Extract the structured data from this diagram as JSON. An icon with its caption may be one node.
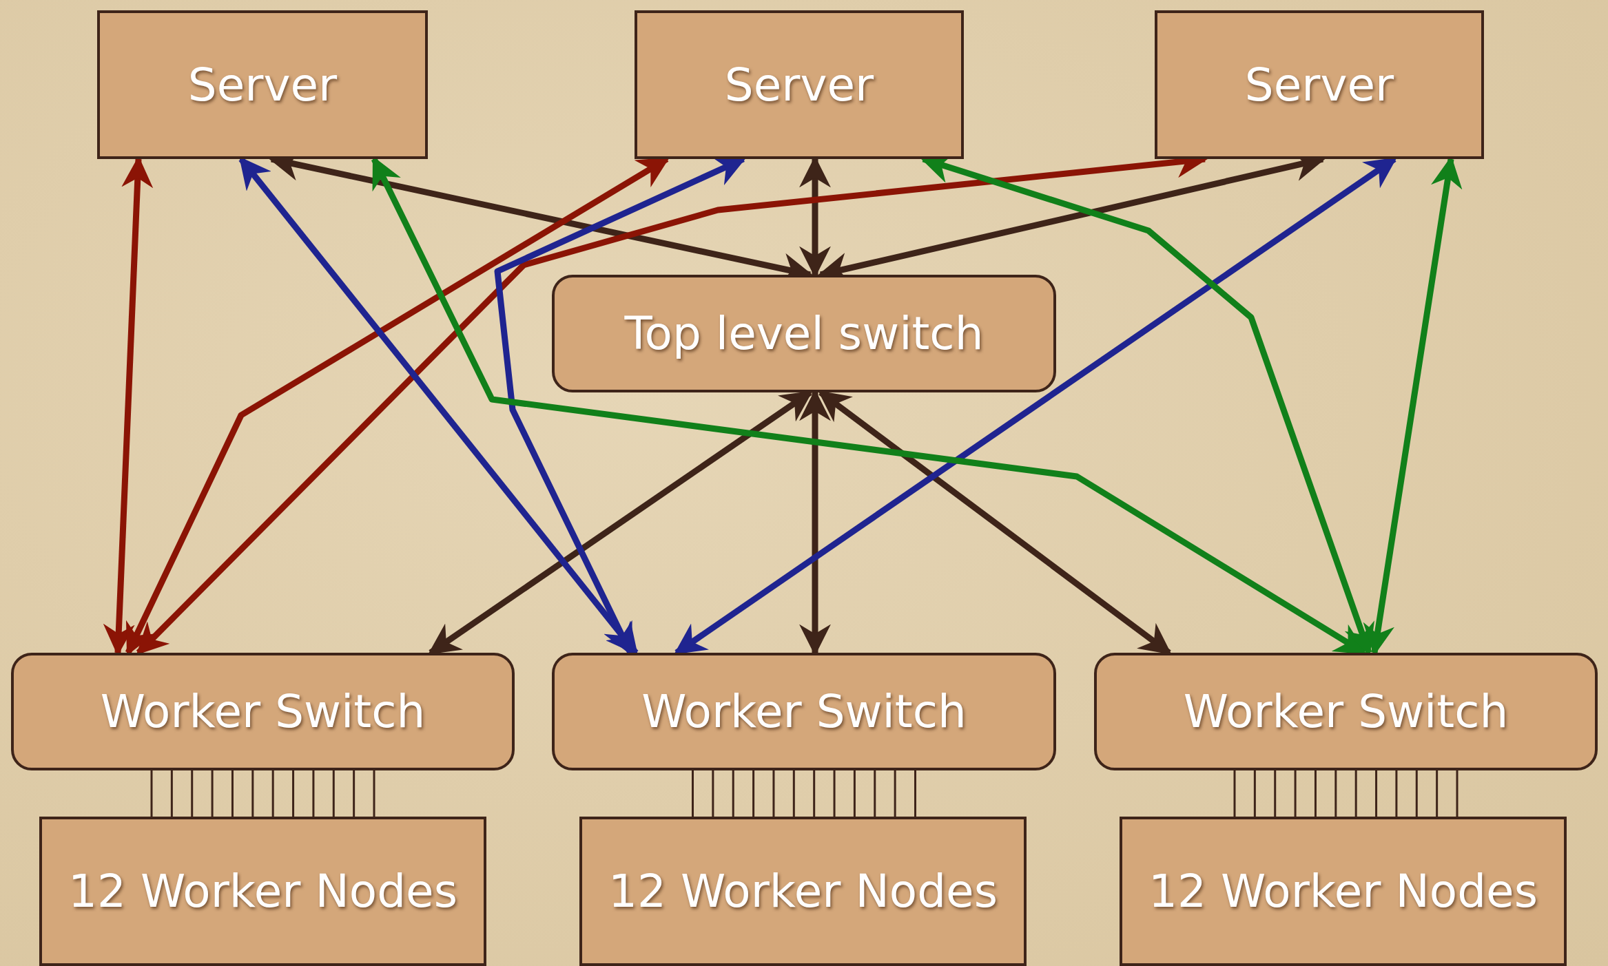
{
  "diagram": {
    "nodes": [
      {
        "text": [
          "Server"
        ]
      },
      {
        "text": [
          "Server"
        ]
      },
      {
        "text": [
          "Server"
        ]
      },
      {
        "text": [
          "Top level switch"
        ]
      },
      {
        "text": [
          "Worker Switch"
        ]
      },
      {
        "text": [
          "Worker Switch"
        ]
      },
      {
        "text": [
          "Worker Switch"
        ]
      },
      {
        "text": [
          "12 Worker Nodes"
        ]
      },
      {
        "text": [
          "12 Worker Nodes"
        ]
      },
      {
        "text": [
          "12 Worker Nodes"
        ]
      }
    ],
    "edges": [
      {
        "from": 3,
        "to": 0,
        "arrow": "both",
        "style": "thick"
      },
      {
        "from": 3,
        "to": 1,
        "arrow": "both",
        "style": "thick"
      },
      {
        "from": 3,
        "to": 2,
        "arrow": "both",
        "style": "thick"
      },
      {
        "from": 3,
        "to": 4,
        "arrow": "both",
        "style": "thick"
      },
      {
        "from": 3,
        "to": 5,
        "arrow": "both",
        "style": "thick"
      },
      {
        "from": 3,
        "to": 6,
        "arrow": "both",
        "style": "thick"
      },
      {
        "from": 0,
        "to": 4,
        "arrow": "both",
        "style": "thick",
        "color": "#8b1405"
      },
      {
        "from": 1,
        "to": 4,
        "arrow": "both",
        "style": "thick",
        "color": "#8b1405"
      },
      {
        "from": 2,
        "to": 4,
        "arrow": "both",
        "style": "thick",
        "color": "#8b1405"
      },
      {
        "from": 0,
        "to": 5,
        "arrow": "both",
        "style": "thick",
        "color": "#1f2490"
      },
      {
        "from": 1,
        "to": 5,
        "arrow": "both",
        "style": "thick",
        "color": "#1f2490"
      },
      {
        "from": 2,
        "to": 5,
        "arrow": "both",
        "style": "thick",
        "color": "#1f2490"
      },
      {
        "from": 0,
        "to": 6,
        "arrow": "both",
        "style": "thick",
        "color": "#11801a"
      },
      {
        "from": 1,
        "to": 6,
        "arrow": "both",
        "style": "thick",
        "color": "#11801a"
      },
      {
        "from": 2,
        "to": 6,
        "arrow": "both",
        "style": "thick",
        "color": "#11801a"
      },
      {
        "from": 4,
        "to": 7,
        "arrow": "none"
      },
      {
        "from": 4,
        "to": 7,
        "arrow": "none"
      },
      {
        "from": 4,
        "to": 7,
        "arrow": "none"
      },
      {
        "from": 4,
        "to": 7,
        "arrow": "none"
      },
      {
        "from": 4,
        "to": 7,
        "arrow": "none"
      },
      {
        "from": 4,
        "to": 7,
        "arrow": "none"
      },
      {
        "from": 4,
        "to": 7,
        "arrow": "none"
      },
      {
        "from": 4,
        "to": 7,
        "arrow": "none"
      },
      {
        "from": 4,
        "to": 7,
        "arrow": "none"
      },
      {
        "from": 4,
        "to": 7,
        "arrow": "none"
      },
      {
        "from": 4,
        "to": 7,
        "arrow": "none"
      },
      {
        "from": 4,
        "to": 7,
        "arrow": "none"
      },
      {
        "from": 5,
        "to": 8,
        "arrow": "none"
      },
      {
        "from": 5,
        "to": 8,
        "arrow": "none"
      },
      {
        "from": 5,
        "to": 8,
        "arrow": "none"
      },
      {
        "from": 5,
        "to": 8,
        "arrow": "none"
      },
      {
        "from": 5,
        "to": 8,
        "arrow": "none"
      },
      {
        "from": 5,
        "to": 8,
        "arrow": "none"
      },
      {
        "from": 5,
        "to": 8,
        "arrow": "none"
      },
      {
        "from": 5,
        "to": 8,
        "arrow": "none"
      },
      {
        "from": 5,
        "to": 8,
        "arrow": "none"
      },
      {
        "from": 5,
        "to": 8,
        "arrow": "none"
      },
      {
        "from": 5,
        "to": 8,
        "arrow": "none"
      },
      {
        "from": 5,
        "to": 8,
        "arrow": "none"
      },
      {
        "from": 6,
        "to": 9,
        "arrow": "none"
      },
      {
        "from": 6,
        "to": 9,
        "arrow": "none"
      },
      {
        "from": 6,
        "to": 9,
        "arrow": "none"
      },
      {
        "from": 6,
        "to": 9,
        "arrow": "none"
      },
      {
        "from": 6,
        "to": 9,
        "arrow": "none"
      },
      {
        "from": 6,
        "to": 9,
        "arrow": "none"
      },
      {
        "from": 6,
        "to": 9,
        "arrow": "none"
      },
      {
        "from": 6,
        "to": 9,
        "arrow": "none"
      },
      {
        "from": 6,
        "to": 9,
        "arrow": "none"
      },
      {
        "from": 6,
        "to": 9,
        "arrow": "none"
      },
      {
        "from": 6,
        "to": 9,
        "arrow": "none"
      },
      {
        "from": 6,
        "to": 9,
        "arrow": "none"
      }
    ]
  }
}
